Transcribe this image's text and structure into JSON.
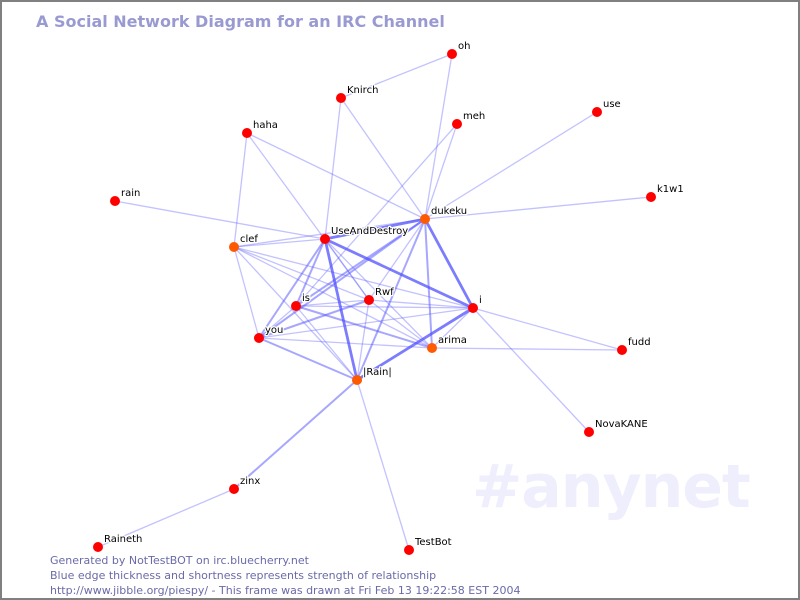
{
  "channel_watermark": "#anynet",
  "title": "A Social Network Diagram for an IRC Channel",
  "colors": {
    "node": "#ff0000",
    "node_recent": "#ff5a00",
    "edge": "#5050ff",
    "title": "#9a9ad2",
    "watermark": "#eeeefc",
    "footer": "#6a6aa8"
  },
  "nodes": [
    {
      "id": "oh",
      "label": "oh",
      "recent": false
    },
    {
      "id": "Knirch",
      "label": "Knirch",
      "recent": false
    },
    {
      "id": "meh",
      "label": "meh",
      "recent": false
    },
    {
      "id": "use",
      "label": "use",
      "recent": false
    },
    {
      "id": "haha",
      "label": "haha",
      "recent": false
    },
    {
      "id": "k1w1",
      "label": "k1w1",
      "recent": false
    },
    {
      "id": "rain",
      "label": "rain",
      "recent": false
    },
    {
      "id": "dukeku",
      "label": "dukeku",
      "recent": true
    },
    {
      "id": "UseAndDestroy",
      "label": "UseAndDestroy",
      "recent": false
    },
    {
      "id": "clef",
      "label": "clef",
      "recent": true
    },
    {
      "id": "is",
      "label": "is",
      "recent": false
    },
    {
      "id": "Rwf",
      "label": "Rwf",
      "recent": false
    },
    {
      "id": "i",
      "label": "i",
      "recent": false
    },
    {
      "id": "you",
      "label": "you",
      "recent": false
    },
    {
      "id": "arima",
      "label": "arima",
      "recent": true
    },
    {
      "id": "fudd",
      "label": "fudd",
      "recent": false
    },
    {
      "id": "Rain",
      "label": "|Rain|",
      "recent": true
    },
    {
      "id": "NovaKANE",
      "label": "NovaKANE",
      "recent": false
    },
    {
      "id": "zinx",
      "label": "zinx",
      "recent": false
    },
    {
      "id": "Raineth",
      "label": "Raineth",
      "recent": false
    },
    {
      "id": "TestBot",
      "label": "TestBot",
      "recent": false
    }
  ],
  "edges": [
    {
      "source": "oh",
      "target": "Knirch",
      "weight": 1
    },
    {
      "source": "oh",
      "target": "dukeku",
      "weight": 1
    },
    {
      "source": "Knirch",
      "target": "UseAndDestroy",
      "weight": 1
    },
    {
      "source": "Knirch",
      "target": "dukeku",
      "weight": 1
    },
    {
      "source": "meh",
      "target": "dukeku",
      "weight": 1
    },
    {
      "source": "meh",
      "target": "is",
      "weight": 1
    },
    {
      "source": "use",
      "target": "dukeku",
      "weight": 1
    },
    {
      "source": "k1w1",
      "target": "dukeku",
      "weight": 1
    },
    {
      "source": "haha",
      "target": "clef",
      "weight": 1
    },
    {
      "source": "haha",
      "target": "dukeku",
      "weight": 1
    },
    {
      "source": "haha",
      "target": "Rwf",
      "weight": 1
    },
    {
      "source": "rain",
      "target": "UseAndDestroy",
      "weight": 1
    },
    {
      "source": "dukeku",
      "target": "UseAndDestroy",
      "weight": 3
    },
    {
      "source": "dukeku",
      "target": "i",
      "weight": 3
    },
    {
      "source": "dukeku",
      "target": "is",
      "weight": 2
    },
    {
      "source": "dukeku",
      "target": "you",
      "weight": 2
    },
    {
      "source": "dukeku",
      "target": "Rwf",
      "weight": 1
    },
    {
      "source": "dukeku",
      "target": "arima",
      "weight": 2
    },
    {
      "source": "dukeku",
      "target": "Rain",
      "weight": 2
    },
    {
      "source": "dukeku",
      "target": "clef",
      "weight": 1
    },
    {
      "source": "UseAndDestroy",
      "target": "i",
      "weight": 3
    },
    {
      "source": "UseAndDestroy",
      "target": "Rain",
      "weight": 3
    },
    {
      "source": "UseAndDestroy",
      "target": "clef",
      "weight": 1
    },
    {
      "source": "UseAndDestroy",
      "target": "is",
      "weight": 2
    },
    {
      "source": "UseAndDestroy",
      "target": "you",
      "weight": 2
    },
    {
      "source": "UseAndDestroy",
      "target": "Rwf",
      "weight": 1
    },
    {
      "source": "UseAndDestroy",
      "target": "arima",
      "weight": 1
    },
    {
      "source": "clef",
      "target": "you",
      "weight": 1
    },
    {
      "source": "clef",
      "target": "Rwf",
      "weight": 1
    },
    {
      "source": "clef",
      "target": "i",
      "weight": 1
    },
    {
      "source": "clef",
      "target": "arima",
      "weight": 1
    },
    {
      "source": "clef",
      "target": "Rain",
      "weight": 1
    },
    {
      "source": "is",
      "target": "Rwf",
      "weight": 1
    },
    {
      "source": "is",
      "target": "i",
      "weight": 1
    },
    {
      "source": "is",
      "target": "arima",
      "weight": 2
    },
    {
      "source": "is",
      "target": "Rain",
      "weight": 1
    },
    {
      "source": "is",
      "target": "you",
      "weight": 1
    },
    {
      "source": "Rwf",
      "target": "you",
      "weight": 2
    },
    {
      "source": "Rwf",
      "target": "i",
      "weight": 1
    },
    {
      "source": "Rwf",
      "target": "arima",
      "weight": 1
    },
    {
      "source": "Rwf",
      "target": "Rain",
      "weight": 1
    },
    {
      "source": "i",
      "target": "Rain",
      "weight": 3
    },
    {
      "source": "i",
      "target": "arima",
      "weight": 1
    },
    {
      "source": "i",
      "target": "fudd",
      "weight": 1
    },
    {
      "source": "i",
      "target": "NovaKANE",
      "weight": 1
    },
    {
      "source": "i",
      "target": "you",
      "weight": 1
    },
    {
      "source": "you",
      "target": "Rain",
      "weight": 2
    },
    {
      "source": "you",
      "target": "arima",
      "weight": 1
    },
    {
      "source": "arima",
      "target": "fudd",
      "weight": 1
    },
    {
      "source": "Rain",
      "target": "zinx",
      "weight": 2
    },
    {
      "source": "Rain",
      "target": "TestBot",
      "weight": 1
    },
    {
      "source": "zinx",
      "target": "Raineth",
      "weight": 1
    }
  ],
  "footer": {
    "line1": "Generated by NotTestBOT on irc.bluecherry.net",
    "line2": "Blue edge thickness and shortness represents strength of relationship",
    "line3": "http://www.jibble.org/piespy/ - This frame was drawn at Fri Feb 13 19:22:58 EST 2004"
  }
}
